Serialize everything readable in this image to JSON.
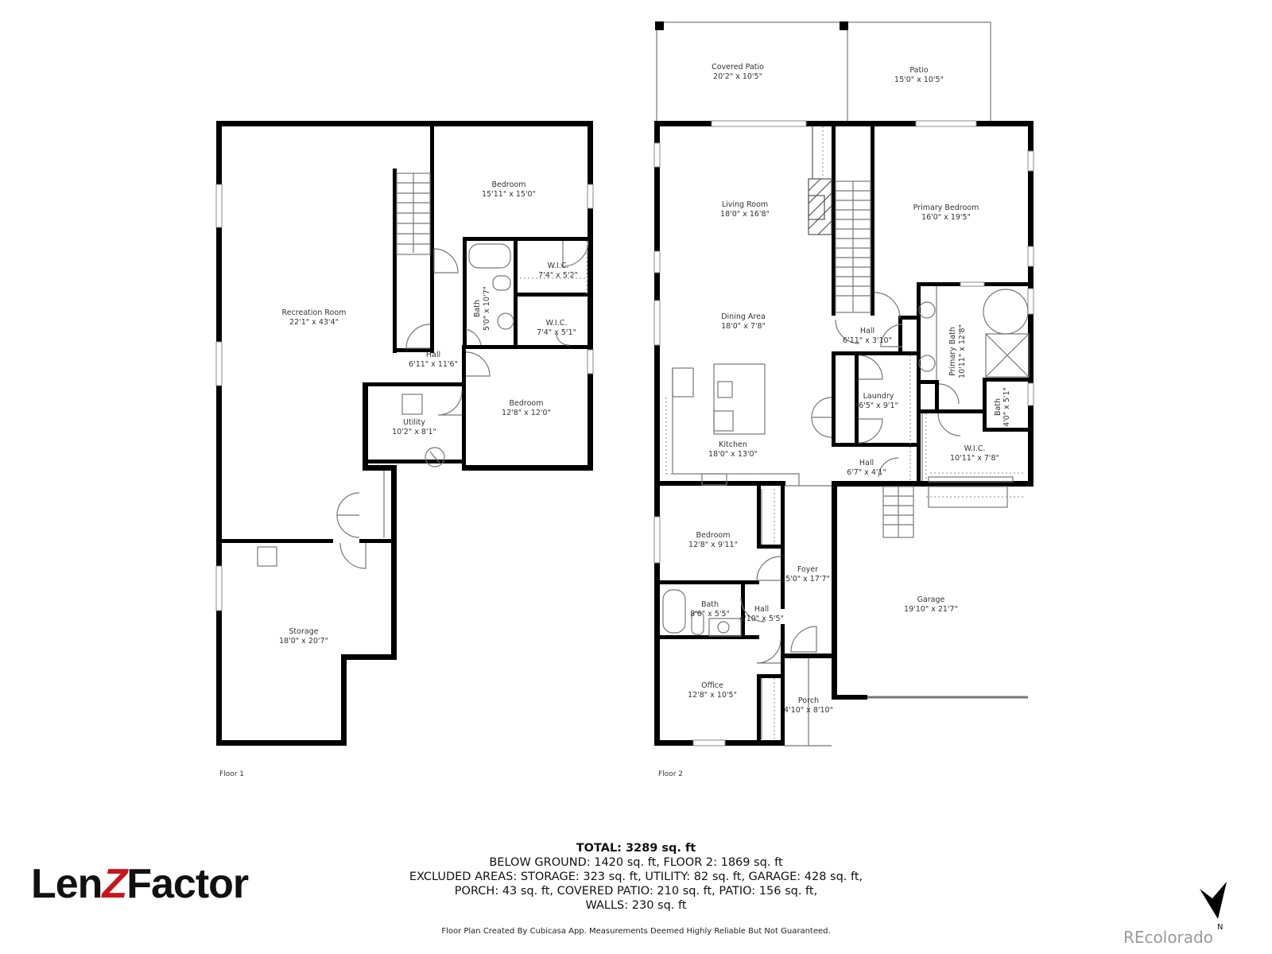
{
  "floors": [
    {
      "label": "Floor 1",
      "rooms": [
        {
          "name": "Recreation Room",
          "dim": "22'1\" x 43'4\""
        },
        {
          "name": "Bedroom",
          "dim": "15'11\" x 15'0\""
        },
        {
          "name": "W.I.C.",
          "dim": "7'4\" x 5'2\""
        },
        {
          "name": "W.I.C.",
          "dim": "7'4\" x 5'1\""
        },
        {
          "name": "Bath",
          "dim": "5'0\" x 10'7\""
        },
        {
          "name": "Hall",
          "dim": "6'11\" x 11'6\""
        },
        {
          "name": "Utility",
          "dim": "10'2\" x 8'1\""
        },
        {
          "name": "Bedroom",
          "dim": "12'8\" x 12'0\""
        },
        {
          "name": "Storage",
          "dim": "18'0\" x 20'7\""
        }
      ]
    },
    {
      "label": "Floor 2",
      "rooms": [
        {
          "name": "Covered Patio",
          "dim": "20'2\" x 10'5\""
        },
        {
          "name": "Patio",
          "dim": "15'0\" x 10'5\""
        },
        {
          "name": "Living Room",
          "dim": "18'0\" x 16'8\""
        },
        {
          "name": "Primary Bedroom",
          "dim": "16'0\" x 19'5\""
        },
        {
          "name": "Dining Area",
          "dim": "18'0\" x 7'8\""
        },
        {
          "name": "Hall",
          "dim": "6'11\" x 3'10\""
        },
        {
          "name": "Primary Bath",
          "dim": "10'11\" x 12'8\""
        },
        {
          "name": "Laundry",
          "dim": "6'5\" x 9'1\""
        },
        {
          "name": "Bath",
          "dim": "4'0\" x 5'1\""
        },
        {
          "name": "Kitchen",
          "dim": "18'0\" x 13'0\""
        },
        {
          "name": "Hall",
          "dim": "6'7\" x 4'1\""
        },
        {
          "name": "W.I.C.",
          "dim": "10'11\" x 7'8\""
        },
        {
          "name": "Bedroom",
          "dim": "12'8\" x 9'11\""
        },
        {
          "name": "Foyer",
          "dim": "5'0\" x 17'7\""
        },
        {
          "name": "Garage",
          "dim": "19'10\" x 21'7\""
        },
        {
          "name": "Bath",
          "dim": "8'6\" x 5'5\""
        },
        {
          "name": "Hall",
          "dim": "4'10\" x 5'5\""
        },
        {
          "name": "Office",
          "dim": "12'8\" x 10'5\""
        },
        {
          "name": "Porch",
          "dim": "4'10\" x 8'10\""
        }
      ]
    }
  ],
  "summary": {
    "total": "TOTAL: 3289 sq. ft",
    "line1": "BELOW GROUND: 1420 sq. ft, FLOOR 2: 1869 sq. ft",
    "line2": "EXCLUDED AREAS: STORAGE: 323 sq. ft, UTILITY: 82 sq. ft, GARAGE: 428 sq. ft,",
    "line3": "PORCH: 43 sq. ft, COVERED PATIO: 210 sq. ft, PATIO: 156 sq. ft,",
    "line4": "WALLS: 230 sq. ft",
    "disclaimer": "Floor Plan Created By Cubicasa App. Measurements Deemed Highly Reliable But Not Guaranteed."
  },
  "branding": {
    "logo_pre": "Len",
    "logo_z": "Z",
    "logo_post": "Factor",
    "watermark": "REcolorado",
    "north_label": "N",
    "accent_color": "#c8161d"
  }
}
